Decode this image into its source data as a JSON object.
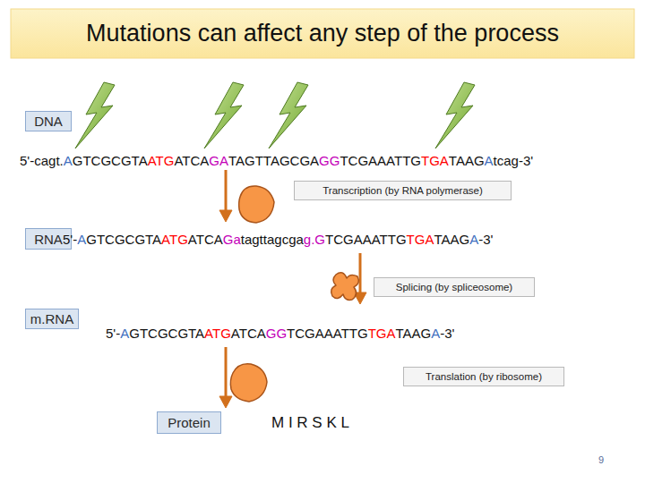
{
  "diagram": {
    "title": "Mutations can affect any step of the process",
    "nodes": [
      {
        "text": [
          "DNA"
        ]
      },
      {
        "text": [
          "Transcription (by RNA polymerase)"
        ]
      },
      {
        "text": [
          "RNA"
        ]
      },
      {
        "text": [
          "Splicing (by spliceosome)"
        ]
      },
      {
        "text": [
          "m.RNA"
        ]
      },
      {
        "text": [
          "Translation (by ribosome)"
        ]
      },
      {
        "text": [
          "Protein"
        ]
      }
    ],
    "labels": [
      "5'-cagt.",
      "A",
      "GTCGCGTA",
      "ATG",
      "ATCA",
      "GA",
      "TAGTTAGCGA",
      "GG",
      "TCGAAATTG",
      "TGA",
      "TAAG",
      "A",
      "tcag-3'",
      "5'-",
      "A",
      "GTCGCGTA",
      "ATG",
      "ATCA",
      "Ga",
      "tagttagcga",
      "g.G",
      "TCGAAATTG",
      "TGA",
      "TAAG",
      "A",
      "-3'",
      "5'-",
      "A",
      "GTCGCGTA",
      "ATG",
      "ATCA",
      "GG",
      "TCGAAATTG",
      "TGA",
      "TAAG",
      "A",
      "-3'",
      "M I R S K L",
      "9"
    ]
  }
}
